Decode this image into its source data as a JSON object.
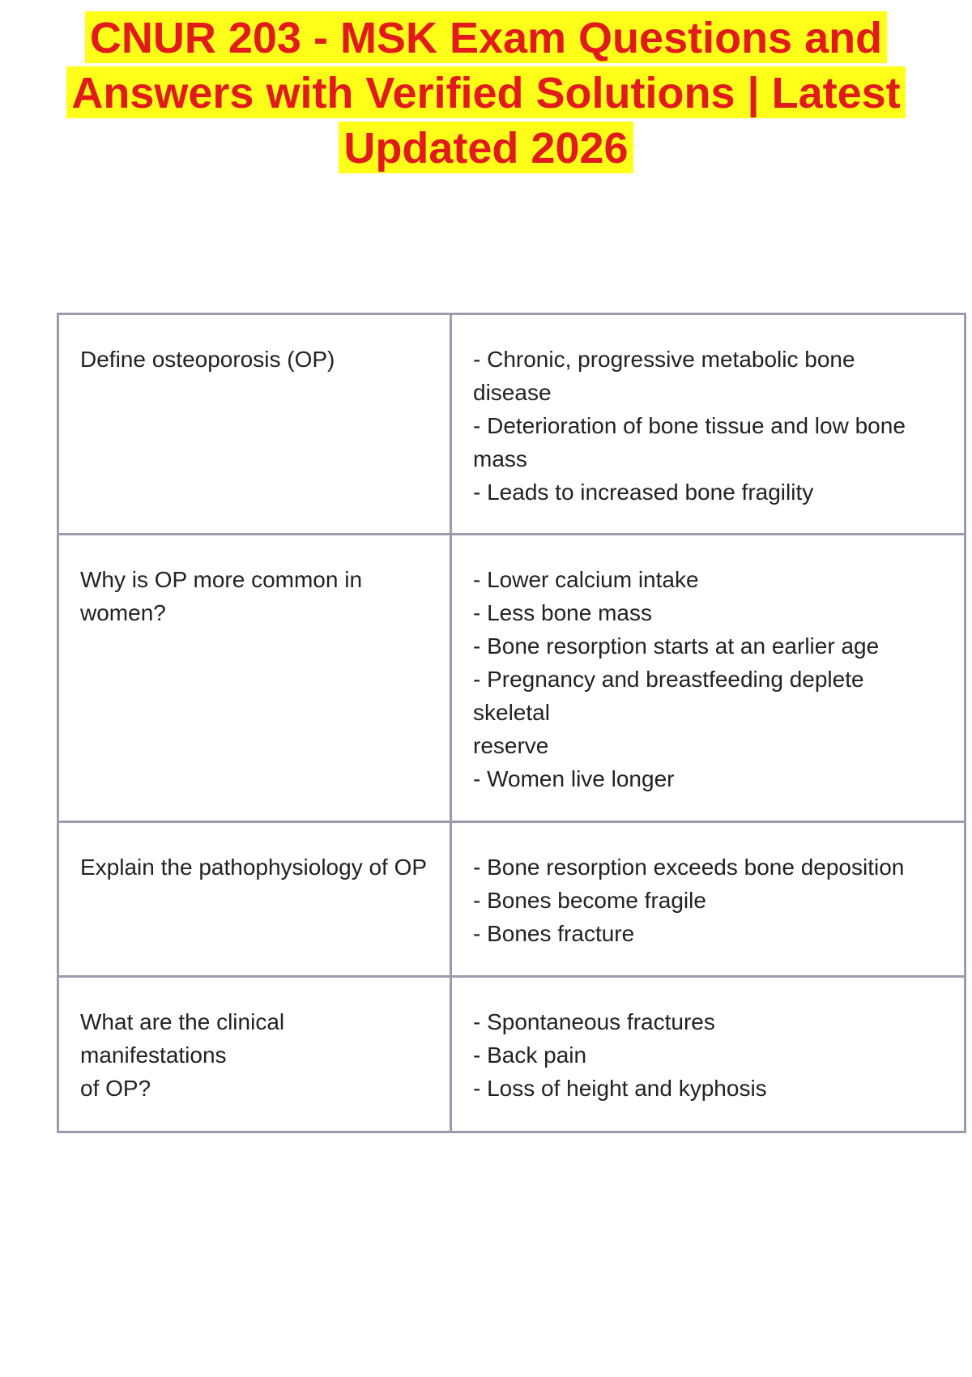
{
  "title": {
    "lines": [
      "CNUR 203 - MSK Exam Questions and",
      "Answers with Verified Solutions | Latest",
      "Updated 2026"
    ]
  },
  "rows": [
    {
      "question_lines": [
        "Define osteoporosis (OP)"
      ],
      "answer_lines": [
        "- Chronic, progressive metabolic bone",
        "disease",
        "- Deterioration of bone tissue and low bone",
        "mass",
        "- Leads to increased bone fragility"
      ]
    },
    {
      "question_lines": [
        "Why is OP more common in",
        "women?"
      ],
      "answer_lines": [
        "- Lower calcium intake",
        "- Less bone mass",
        "- Bone resorption starts at an earlier age",
        "- Pregnancy and breastfeeding deplete",
        "skeletal",
        "reserve",
        "- Women live longer"
      ]
    },
    {
      "question_lines": [
        "Explain the pathophysiology of OP"
      ],
      "answer_lines": [
        "- Bone resorption exceeds bone deposition",
        "- Bones become fragile",
        "- Bones fracture"
      ]
    },
    {
      "question_lines": [
        "What are the clinical",
        "manifestations",
        "of OP?"
      ],
      "answer_lines": [
        "- Spontaneous fractures",
        "- Back pain",
        "- Loss of height and kyphosis"
      ]
    }
  ]
}
